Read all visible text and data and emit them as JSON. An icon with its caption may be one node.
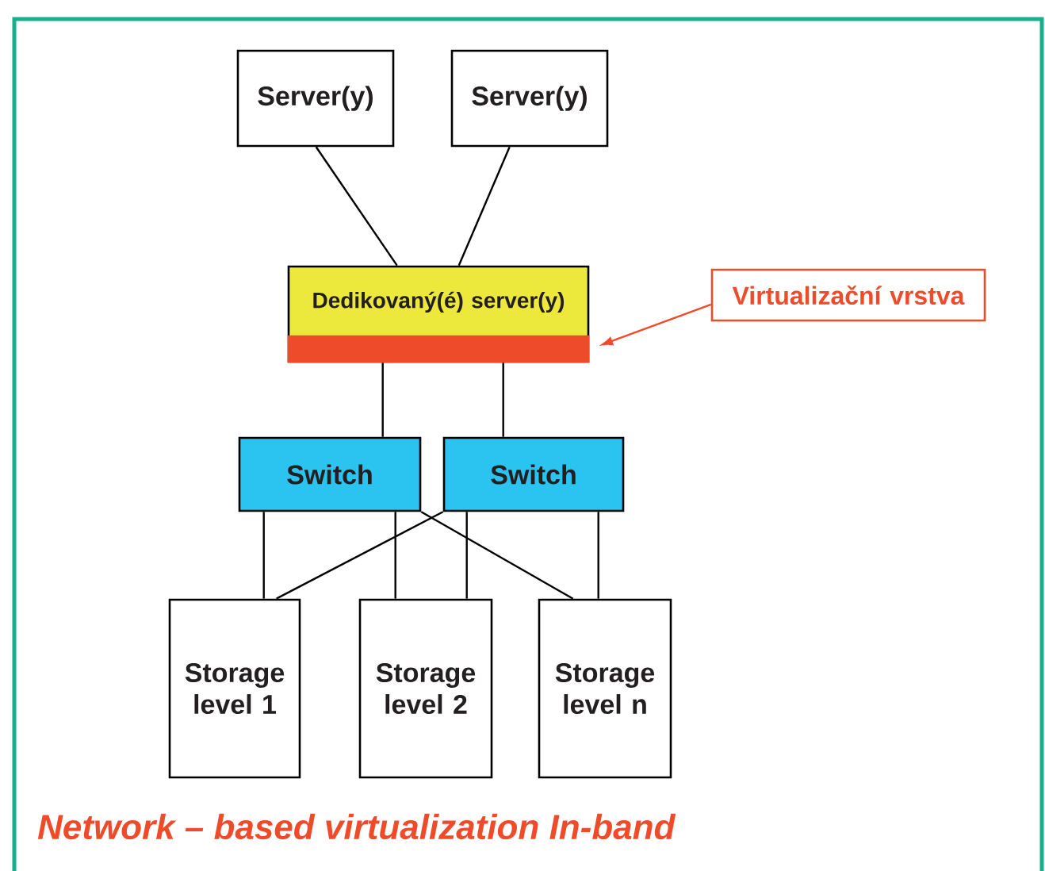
{
  "diagram": {
    "caption": "Network – based virtualization In-band",
    "nodes": [
      {
        "text": [
          "Server(y)"
        ]
      },
      {
        "text": [
          "Server(y)"
        ]
      },
      {
        "text": [
          "Dedikovaný(é) server(y)"
        ]
      },
      {
        "text": [],
        "shape": "bar",
        "in": 2
      },
      {
        "text": [
          "Virtualizační vrstva"
        ]
      },
      {
        "text": [
          "Switch"
        ]
      },
      {
        "text": [
          "Switch"
        ]
      },
      {
        "text": [
          "Storage level 1"
        ]
      },
      {
        "text": [
          "Storage level 2"
        ]
      },
      {
        "text": [
          "Storage level n"
        ]
      }
    ],
    "edges": [
      {
        "from": 0,
        "to": 2,
        "arrow": "none"
      },
      {
        "from": 1,
        "to": 2,
        "arrow": "none"
      },
      {
        "from": 4,
        "to": 3,
        "arrow": "to",
        "color": "#ee4b2b"
      },
      {
        "from": 3,
        "to": 5,
        "arrow": "none"
      },
      {
        "from": 3,
        "to": 6,
        "arrow": "none"
      },
      {
        "from": 5,
        "to": 7,
        "arrow": "none"
      },
      {
        "from": 5,
        "to": 8,
        "arrow": "none"
      },
      {
        "from": 5,
        "to": 9,
        "arrow": "none"
      },
      {
        "from": 6,
        "to": 7,
        "arrow": "none"
      },
      {
        "from": 6,
        "to": 8,
        "arrow": "none"
      },
      {
        "from": 6,
        "to": 9,
        "arrow": "none"
      }
    ]
  }
}
